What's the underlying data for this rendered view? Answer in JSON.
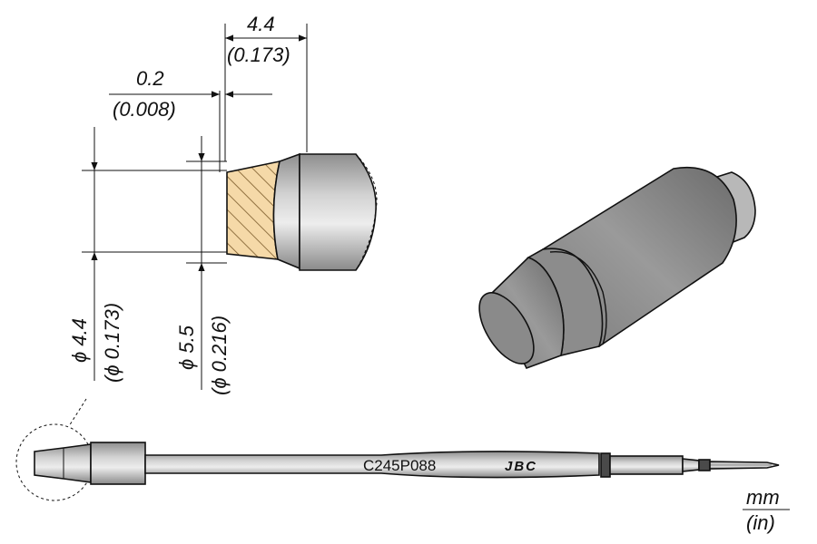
{
  "dimensions": {
    "length_mm": "4.4",
    "length_in": "(0.173)",
    "offset_mm": "0.2",
    "offset_in": "(0.008)",
    "tip_dia_mm": "4.4",
    "tip_dia_in": "(ϕ 0.173)",
    "body_dia_mm": "5.5",
    "body_dia_in": "(ϕ 0.216)",
    "diameter_symbol": "ϕ"
  },
  "part_number": "C245P088",
  "brand": "JBC",
  "units": {
    "mm": "mm",
    "in": "(in)"
  },
  "colors": {
    "metal_light": "#e8e8e8",
    "metal_mid": "#a6a6a6",
    "metal_dark": "#6e6e6e",
    "tip_fill": "#f5d9a8",
    "hatch": "#7a5a2a",
    "line": "#111111"
  }
}
